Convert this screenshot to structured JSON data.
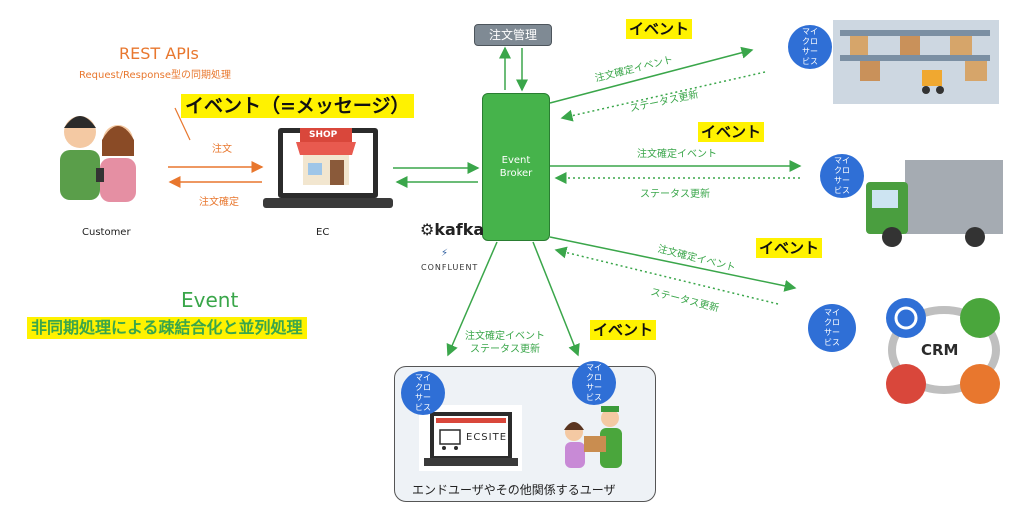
{
  "left": {
    "rest_title": "REST APIs",
    "rest_sub": "Request/Response型の同期処理",
    "event_msg": "イベント（=メッセージ）",
    "order_label": "注文",
    "order_confirm_label": "注文確定",
    "customer_label": "Customer",
    "ec_label": "EC",
    "shop_sign": "SHOP",
    "event_title": "Event",
    "event_desc": "非同期処理による疎結合化と並列処理"
  },
  "center": {
    "order_mgmt": "注文管理",
    "broker": "Event\nBroker",
    "kafka": "kafka",
    "confluent": "CONFLUENT"
  },
  "right": {
    "event_label": "イベント",
    "order_confirm_event": "注文確定イベント",
    "status_update": "ステータス更新",
    "micro_service": "マイ\nクロ\nサー\nビス",
    "crm": "CRM"
  },
  "bottom": {
    "event_lines": "注文確定イベント\nステータス更新",
    "ecsite": "ECSITE",
    "users_label": "エンドユーザやその他関係するユーザ"
  },
  "colors": {
    "green": "#46b34b",
    "orange": "#e8772e",
    "blue": "#2f6fd6",
    "highlight": "#fff200"
  }
}
